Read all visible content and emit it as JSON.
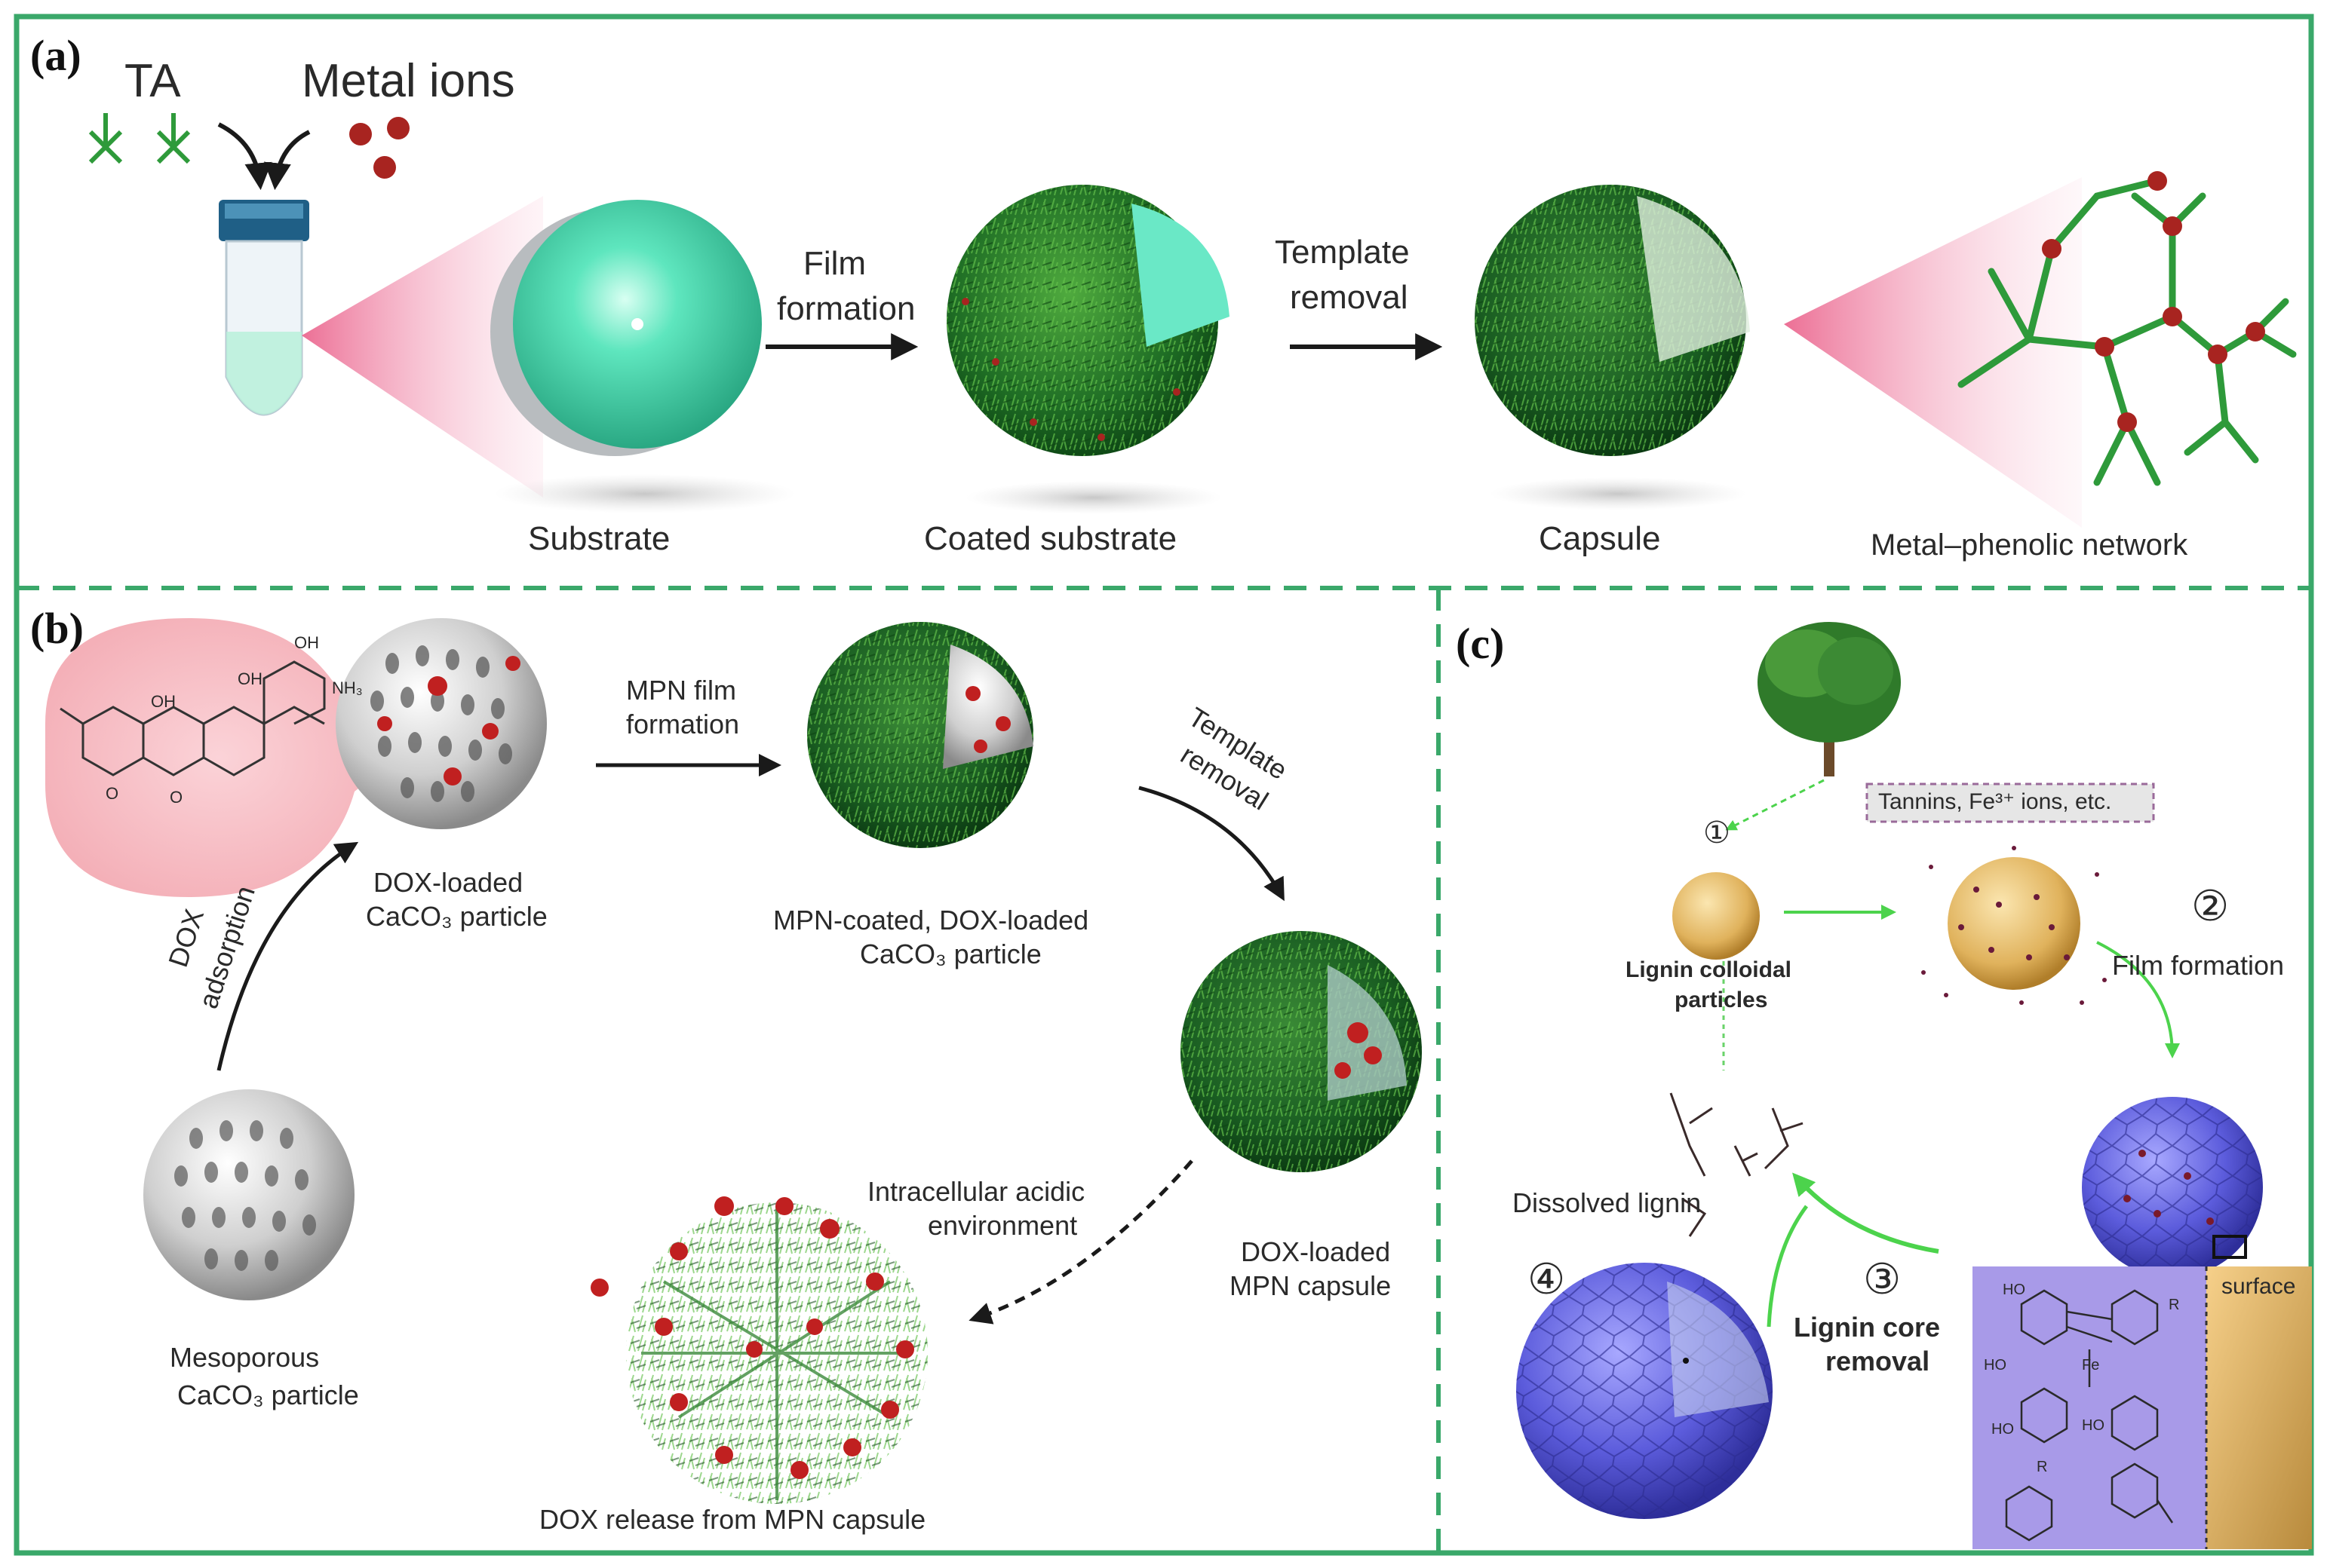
{
  "panels": {
    "a": {
      "letter": "(a)",
      "ta": "TA",
      "metal_ions": "Metal ions",
      "substrate": "Substrate",
      "arrow1_line1": "Film",
      "arrow1_line2": "formation",
      "coated_substrate": "Coated substrate",
      "arrow2_line1": "Template",
      "arrow2_line2": "removal",
      "capsule": "Capsule",
      "network": "Metal–phenolic network"
    },
    "b": {
      "letter": "(b)",
      "dox_loaded_line1": "DOX-loaded",
      "dox_loaded_line2": "CaCO₃ particle",
      "mpn_film_line1": "MPN film",
      "mpn_film_line2": "formation",
      "coated_line1": "MPN-coated, DOX-loaded",
      "coated_line2": "CaCO₃ particle",
      "template_line1": "Template",
      "template_line2": "removal",
      "dox_adsorption_line1": "DOX",
      "dox_adsorption_line2": "adsorption",
      "mesoporous_line1": "Mesoporous",
      "mesoporous_line2": "CaCO₃ particle",
      "acidic_line1": "Intracellular acidic",
      "acidic_line2": "environment",
      "capsule_line1": "DOX-loaded",
      "capsule_line2": "MPN capsule",
      "release": "DOX release from MPN capsule",
      "mol_oh1": "OH",
      "mol_oh2": "OH",
      "mol_oh3": "OH",
      "mol_nh3": "NH₃",
      "mol_o1": "O",
      "mol_o2": "O"
    },
    "c": {
      "letter": "(c)",
      "tannins": "Tannins, Fe³⁺ ions, etc.",
      "step1": "①",
      "step2": "②",
      "step3": "③",
      "step4": "④",
      "lignin_line1": "Lignin colloidal",
      "lignin_line2": "particles",
      "film_formation": "Film formation",
      "dissolved": "Dissolved lignin",
      "core_line1": "Lignin core",
      "core_line2": "removal",
      "surface": "surface",
      "chem_ho1": "HO",
      "chem_ho2": "HO",
      "chem_ho3": "HO",
      "chem_ho4": "HO",
      "chem_r1": "R",
      "chem_r2": "R",
      "chem_fe": "Fe"
    }
  },
  "colors": {
    "frame": "#3aa86a",
    "arrow": "#1a1a1a",
    "green_arrow": "#4cd34c",
    "mpn_green": "#2f7a2f",
    "substrate_cyan": "#52e0b8",
    "pink_cone": "#f0a0b8",
    "dox_red": "#b51e1e",
    "lignin_blue": "#5a5ad8",
    "lignin_core": "#e8c070",
    "purple_panel": "#a89ae8"
  }
}
